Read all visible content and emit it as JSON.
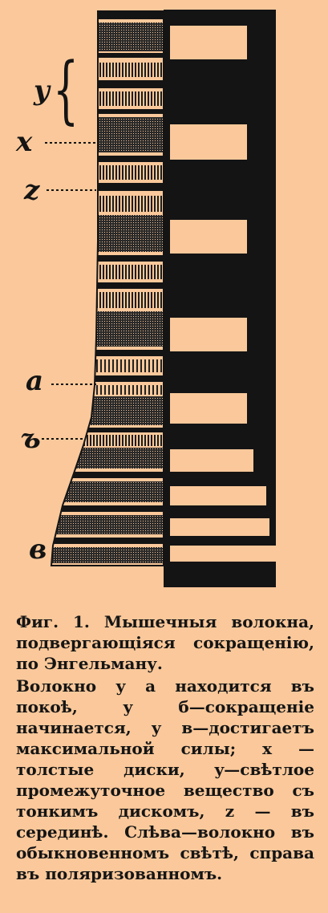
{
  "figure": {
    "labels": {
      "y": "y",
      "x": "x",
      "z": "z",
      "a": "a",
      "b": "ъ",
      "v": "в"
    },
    "colors": {
      "background": "#fac89a",
      "ink": "#141414"
    }
  },
  "caption": {
    "fig_number": "Фиг. 1.",
    "title": "Мышечныя волокна, подвергающіяся сокращенію, по Энгельману.",
    "body": "Волокно у а находится въ покоѣ, у б—сокращеніе начинается, у в—достигаетъ максимальной силы; x — толстые диски, y—свѣтлое промежуточное вещество съ тонкимъ дискомъ, z — въ серединѣ. Слѣва—волокно въ обыкновенномъ свѣтѣ, справа въ поляризованномъ."
  }
}
